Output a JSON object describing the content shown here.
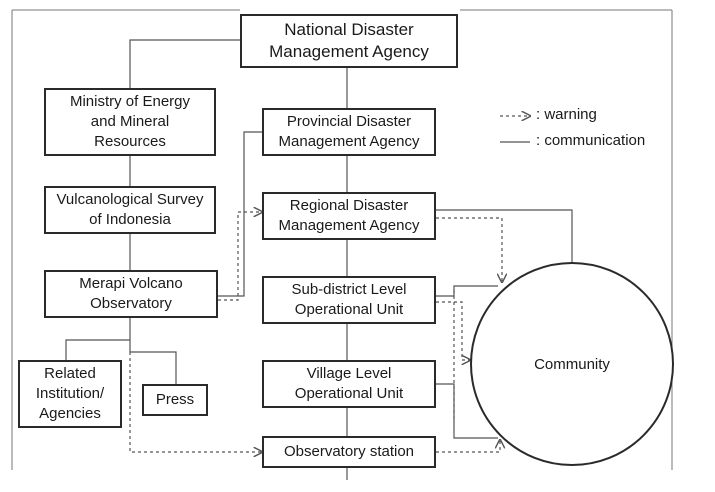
{
  "nodes": {
    "national": "National Disaster\nManagement Agency",
    "ministry": "Ministry of Energy\nand Mineral\nResources",
    "vulcanological": "Vulcanological Survey\nof Indonesia",
    "merapi": "Merapi Volcano\nObservatory",
    "related": "Related\nInstitution/\nAgencies",
    "press": "Press",
    "provincial": "Provincial Disaster\nManagement Agency",
    "regional": "Regional Disaster\nManagement Agency",
    "subdistrict": "Sub-district Level\nOperational Unit",
    "village": "Village Level\nOperational Unit",
    "observatory_station": "Observatory station",
    "community": "Community"
  },
  "legend": {
    "warning": ": warning",
    "communication": ": communication"
  },
  "colors": {
    "line": "#555555",
    "box_border": "#2a2a2a"
  }
}
